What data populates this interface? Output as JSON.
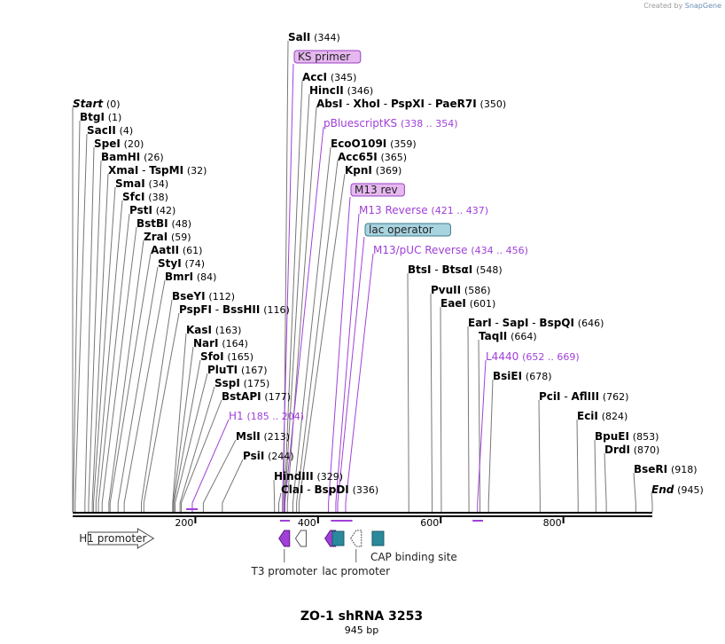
{
  "credit": {
    "prefix": "Created by ",
    "brand": "SnapGene"
  },
  "map": {
    "title": "ZO-1 shRNA 3253",
    "subtitle": "945 bp",
    "length": 945,
    "ticks": [
      {
        "value": 200,
        "label": "200"
      },
      {
        "value": 400,
        "label": "400"
      },
      {
        "value": 600,
        "label": "600"
      },
      {
        "value": 800,
        "label": "800"
      }
    ]
  },
  "sites": [
    {
      "name": "Start",
      "italic": true,
      "pos": "(0)",
      "bp": 0
    },
    {
      "name": "BtgI",
      "pos": "(1)",
      "bp": 1
    },
    {
      "name": "SacII",
      "pos": "(4)",
      "bp": 4
    },
    {
      "name": "SpeI",
      "pos": "(20)",
      "bp": 20
    },
    {
      "name": "BamHI",
      "pos": "(26)",
      "bp": 26
    },
    {
      "name": "XmaI",
      "name2": "TspMI",
      "pos": "(32)",
      "bp": 32
    },
    {
      "name": "SmaI",
      "pos": "(34)",
      "bp": 34
    },
    {
      "name": "SfcI",
      "pos": "(38)",
      "bp": 38
    },
    {
      "name": "PstI",
      "pos": "(42)",
      "bp": 42
    },
    {
      "name": "BstBI",
      "pos": "(48)",
      "bp": 48
    },
    {
      "name": "ZraI",
      "pos": "(59)",
      "bp": 59
    },
    {
      "name": "AatII",
      "pos": "(61)",
      "bp": 61
    },
    {
      "name": "StyI",
      "pos": "(74)",
      "bp": 74
    },
    {
      "name": "BmrI",
      "pos": "(84)",
      "bp": 84
    },
    {
      "name": "BseYI",
      "pos": "(112)",
      "bp": 112
    },
    {
      "name": "PspFI",
      "name2": "BssHII",
      "pos": "(116)",
      "bp": 116
    },
    {
      "name": "KasI",
      "pos": "(163)",
      "bp": 163
    },
    {
      "name": "NarI",
      "pos": "(164)",
      "bp": 164
    },
    {
      "name": "SfoI",
      "pos": "(165)",
      "bp": 165
    },
    {
      "name": "PluTI",
      "pos": "(167)",
      "bp": 167
    },
    {
      "name": "SspI",
      "pos": "(175)",
      "bp": 175
    },
    {
      "name": "BstAPI",
      "pos": "(177)",
      "bp": 177
    },
    {
      "name": "H1",
      "primer": true,
      "pos": "(185 .. 204)",
      "bp": 195
    },
    {
      "name": "MslI",
      "pos": "(213)",
      "bp": 213
    },
    {
      "name": "PsiI",
      "pos": "(244)",
      "bp": 244
    },
    {
      "name": "SalI",
      "pos": "(344)",
      "bp": 344
    },
    {
      "name": "KS primer",
      "boxed": true,
      "box_fill": "#e6b8f0",
      "box_stroke": "#9a40c0",
      "bp": 342
    },
    {
      "name": "AccI",
      "pos": "(345)",
      "bp": 345
    },
    {
      "name": "HincII",
      "pos": "(346)",
      "bp": 346
    },
    {
      "name": "AbsI",
      "name2": "XhoI",
      "name3": "PspXI",
      "name4": "PaeR7I",
      "pos": "(350)",
      "bp": 350
    },
    {
      "name": "pBluescriptKS",
      "primer": true,
      "pos": "(338 .. 354)",
      "bp": 346
    },
    {
      "name": "EcoO109I",
      "pos": "(359)",
      "bp": 359
    },
    {
      "name": "Acc65I",
      "pos": "(365)",
      "bp": 365
    },
    {
      "name": "KpnI",
      "pos": "(369)",
      "bp": 369
    },
    {
      "name": "M13 rev",
      "boxed": true,
      "box_fill": "#e6b8f0",
      "box_stroke": "#9a40c0",
      "bp": 417
    },
    {
      "name": "M13 Reverse",
      "primer": true,
      "pos": "(421 .. 437)",
      "bp": 429
    },
    {
      "name": "lac operator",
      "boxed": true,
      "box_fill": "#a8d4e0",
      "box_stroke": "#3a7a8c",
      "bp": 432
    },
    {
      "name": "M13/pUC Reverse",
      "primer": true,
      "pos": "(434 .. 456)",
      "bp": 445
    },
    {
      "name": "BtsI",
      "name2": "BtsαI",
      "pos": "(548)",
      "bp": 548
    },
    {
      "name": "PvuII",
      "pos": "(586)",
      "bp": 586
    },
    {
      "name": "EaeI",
      "pos": "(601)",
      "bp": 601
    },
    {
      "name": "EarI",
      "name2": "SapI",
      "name3": "BspQI",
      "pos": "(646)",
      "bp": 646
    },
    {
      "name": "TaqII",
      "pos": "(664)",
      "bp": 664
    },
    {
      "name": "L4440",
      "primer": true,
      "pos": "(652 .. 669)",
      "bp": 660
    },
    {
      "name": "BsiEI",
      "pos": "(678)",
      "bp": 678
    },
    {
      "name": "PciI",
      "name2": "AflIII",
      "pos": "(762)",
      "bp": 762
    },
    {
      "name": "EciI",
      "pos": "(824)",
      "bp": 824
    },
    {
      "name": "BpuEI",
      "pos": "(853)",
      "bp": 853
    },
    {
      "name": "DrdI",
      "pos": "(870)",
      "bp": 870
    },
    {
      "name": "BseRI",
      "pos": "(918)",
      "bp": 918
    },
    {
      "name": "End",
      "italic": true,
      "pos": "(945)",
      "bp": 945
    },
    {
      "name": "HindIII",
      "pos": "(329)",
      "bp": 329
    },
    {
      "name": "ClaI",
      "name2": "BspDI",
      "pos": "(336)",
      "bp": 336
    }
  ],
  "features": [
    {
      "kind": "promoter",
      "label": "H1 promoter",
      "from": 25,
      "to": 132
    },
    {
      "kind": "primer",
      "label": "T3 promoter",
      "bp": 345
    },
    {
      "kind": "promoter",
      "label": "",
      "bp": 372
    },
    {
      "kind": "primer",
      "label": "",
      "bp": 420
    },
    {
      "kind": "box",
      "label": "",
      "bp": 432
    },
    {
      "kind": "promoter",
      "label": "lac promoter",
      "bp": 462
    },
    {
      "kind": "box",
      "label": "CAP binding site",
      "bp": 497
    }
  ],
  "colors": {
    "primer": "#a040d8",
    "boxed_feature": "#2a8a9c",
    "promoter": "#ffffff",
    "backbone": "#000000"
  }
}
